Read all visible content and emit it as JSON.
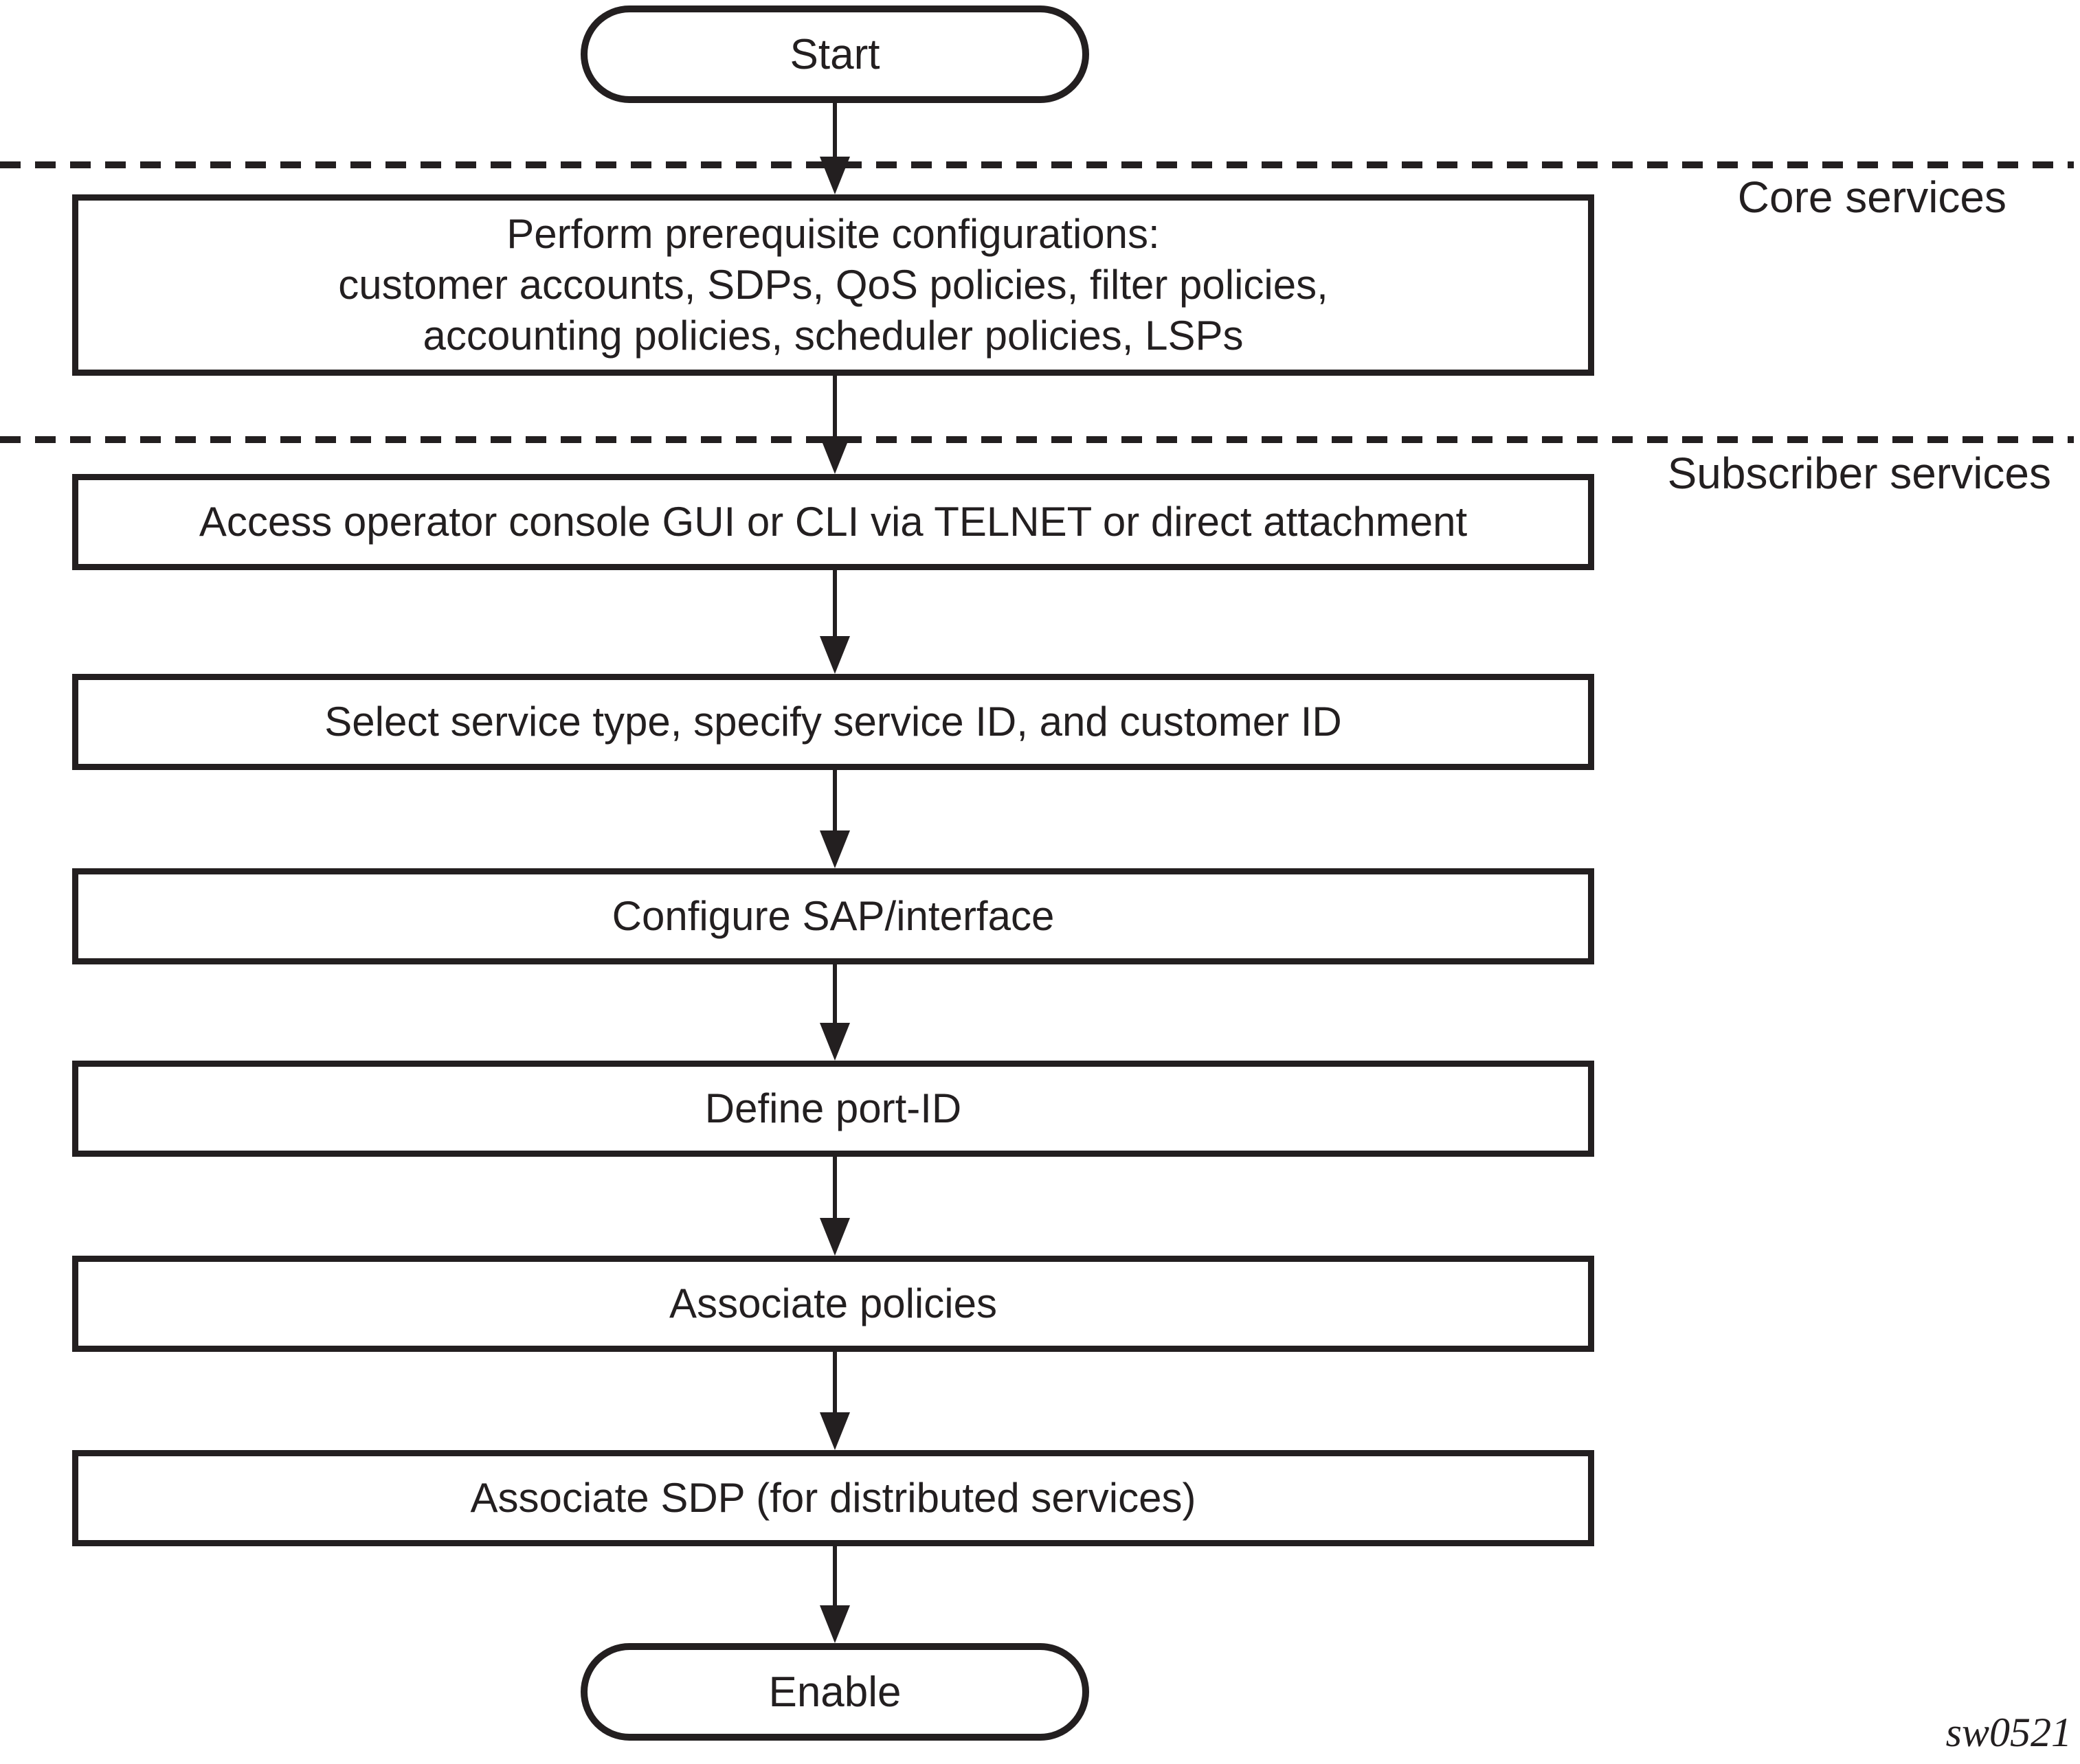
{
  "flow": {
    "start_label": "Start",
    "end_label": "Enable",
    "figure_code": "sw0521",
    "ink_color": "#231f20",
    "regions": [
      {
        "label": "Core services"
      },
      {
        "label": "Subscriber services"
      }
    ],
    "steps": [
      {
        "lines": [
          "Perform prerequisite configurations:",
          "customer accounts, SDPs, QoS policies, filter policies,",
          "accounting policies, scheduler policies, LSPs"
        ]
      },
      {
        "lines": [
          "Access operator console GUI or CLI via TELNET or direct attachment"
        ]
      },
      {
        "lines": [
          "Select service type, specify service ID, and customer ID"
        ]
      },
      {
        "lines": [
          "Configure SAP/interface"
        ]
      },
      {
        "lines": [
          "Define port-ID"
        ]
      },
      {
        "lines": [
          "Associate policies"
        ]
      },
      {
        "lines": [
          "Associate SDP (for distributed services)"
        ]
      }
    ]
  }
}
